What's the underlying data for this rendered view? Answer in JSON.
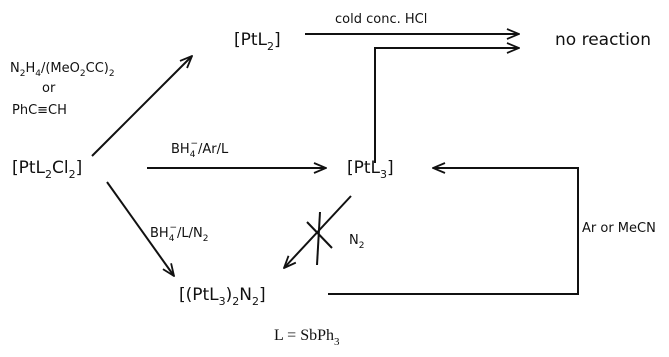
{
  "species": {
    "ptl2": "[PtL",
    "ptl2_sub": "2",
    "ptl2_close": "]",
    "ptl2cl2_a": "[PtL",
    "ptl2cl2_sub1": "2",
    "ptl2cl2_b": "Cl",
    "ptl2cl2_sub2": "2",
    "ptl2cl2_close": "]",
    "ptl3": "[PtL",
    "ptl3_sub": "3",
    "ptl3_close": "]",
    "dinitrogen_a": "[(PtL",
    "dinitrogen_sub1": "3",
    "dinitrogen_b": ")",
    "dinitrogen_sub2": "2",
    "dinitrogen_c": "N",
    "dinitrogen_sub3": "2",
    "dinitrogen_close": "]",
    "no_reaction": "no reaction"
  },
  "conditions": {
    "hydrazine_n": "N",
    "hydrazine_sub1": "2",
    "hydrazine_h": "H",
    "hydrazine_sub2": "4",
    "hydrazine_rest": "/(MeO",
    "hydrazine_sub3": "2",
    "hydrazine_cc": "CC)",
    "hydrazine_sub4": "2",
    "or_word": "or",
    "phenylacetylene": "PhC≡CH",
    "cold_hcl": "cold conc. HCl",
    "borohydride_ar_a": "BH",
    "borohydride_ar_sub": "4",
    "borohydride_ar_sup": "−",
    "borohydride_ar_rest": "/Ar/L",
    "borohydride_n2_a": "BH",
    "borohydride_n2_sub": "4",
    "borohydride_n2_sup": "−",
    "borohydride_n2_rest": "/L/N",
    "borohydride_n2_sub2": "2",
    "n2_blocked_a": "N",
    "n2_blocked_sub": "2",
    "ar_or_mecn": "Ar or MeCN"
  },
  "footnote": {
    "lhs": "L = SbPh",
    "sub": "3"
  }
}
